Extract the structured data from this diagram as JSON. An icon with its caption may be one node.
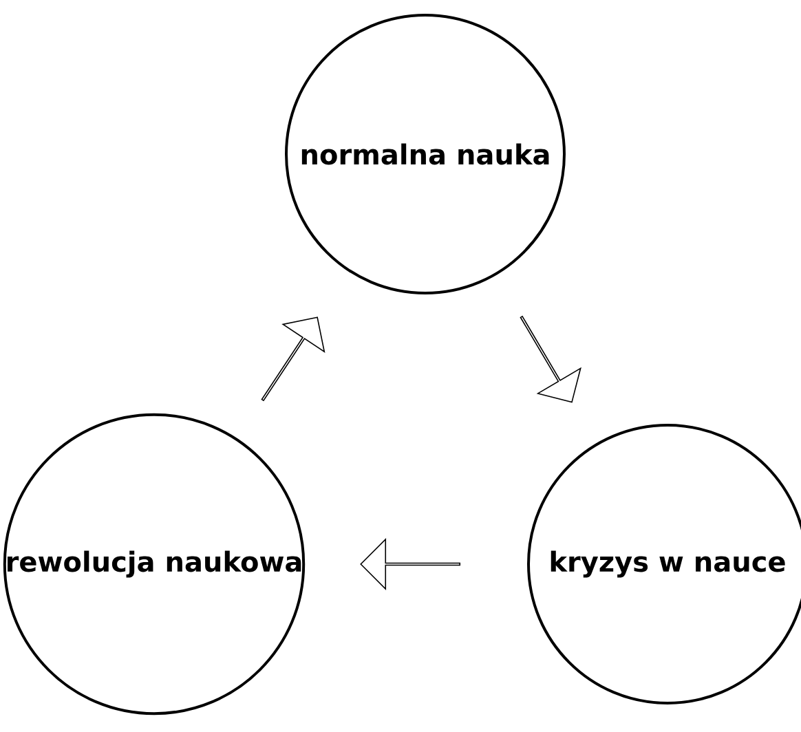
{
  "diagram": {
    "nodes": [
      {
        "text": [
          "normalna nauka"
        ]
      },
      {
        "text": [
          "kryzys w nauce"
        ]
      },
      {
        "text": [
          "rewolucja naukowa"
        ]
      }
    ],
    "edges": [
      {
        "from": 0,
        "to": 1,
        "arrow": "to"
      },
      {
        "from": 1,
        "to": 2,
        "arrow": "to"
      },
      {
        "from": 2,
        "to": 0,
        "arrow": "to"
      }
    ]
  }
}
